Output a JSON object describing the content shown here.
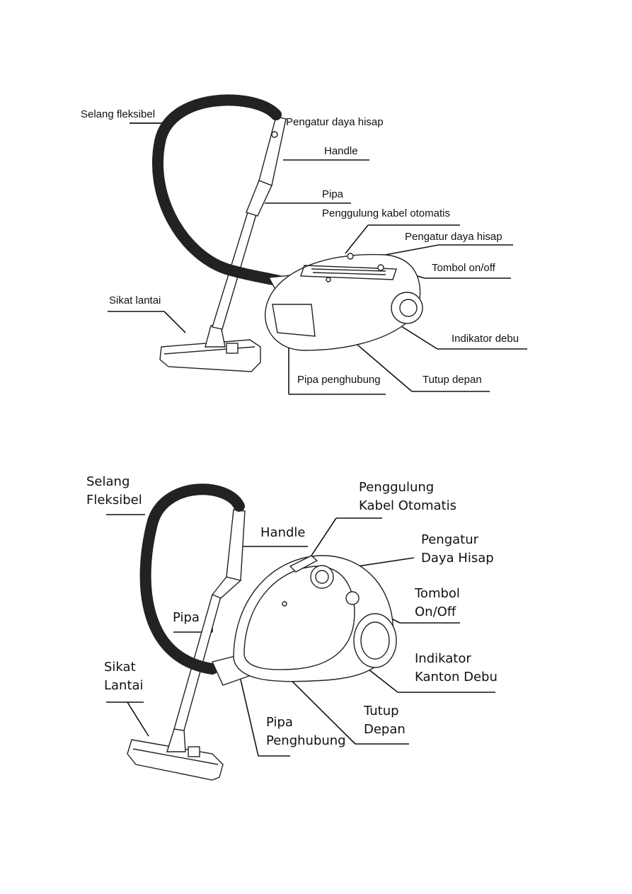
{
  "diagram_1": {
    "labels": {
      "selang_fleksibel": "Selang fleksibel",
      "pengatur_daya_hisap_handle": "Pengatur daya hisap",
      "handle": "Handle",
      "pipa": "Pipa",
      "penggulung_kabel": "Penggulung kabel otomatis",
      "pengatur_daya_hisap_body": "Pengatur daya hisap",
      "tombol_onoff": "Tombol on/off",
      "sikat_lantai": "Sikat lantai",
      "indikator_debu": "Indikator debu",
      "pipa_penghubung": "Pipa penghubung",
      "tutup_depan": "Tutup depan"
    }
  },
  "diagram_2": {
    "labels": {
      "selang_l1": "Selang",
      "selang_l2": "Fleksibel",
      "penggulung_l1": "Penggulung",
      "penggulung_l2": "Kabel Otomatis",
      "handle": "Handle",
      "pengatur_l1": "Pengatur",
      "pengatur_l2": "Daya Hisap",
      "tombol_l1": "Tombol",
      "tombol_l2": "On/Off",
      "pipa": "Pipa",
      "indikator_l1": "Indikator",
      "indikator_l2": "Kanton Debu",
      "sikat_l1": "Sikat",
      "sikat_l2": "Lantai",
      "tutup_l1": "Tutup",
      "tutup_l2": "Depan",
      "pipa_penghubung_l1": "Pipa",
      "pipa_penghubung_l2": "Penghubung"
    }
  }
}
